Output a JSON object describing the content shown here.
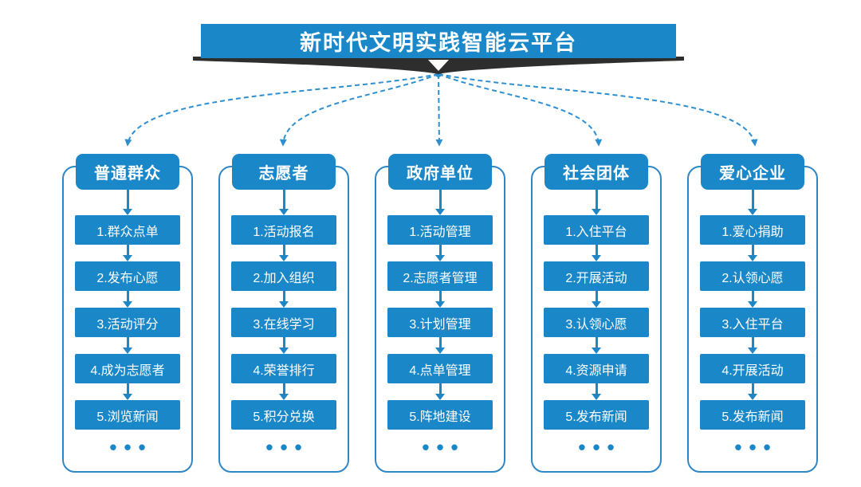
{
  "title": "新时代文明实践智能云平台",
  "colors": {
    "primary_blue": "#1987c8",
    "frame_border_blue": "#2e86c4",
    "connector_blue": "#2e8fd0",
    "ribbon_dark": "#2e2e2e",
    "background": "#ffffff",
    "text_on_blue": "#ffffff"
  },
  "icons": {
    "ribbon_arrow": "down-triangle",
    "connector_ends": "down-arrowheads",
    "step_separator": "down-arrow"
  },
  "columns": [
    {
      "header": "普通群众",
      "items": [
        "1.群众点单",
        "2.发布心愿",
        "3.活动评分",
        "4.成为志愿者",
        "5.浏览新闻"
      ],
      "more": "•••"
    },
    {
      "header": "志愿者",
      "items": [
        "1.活动报名",
        "2.加入组织",
        "3.在线学习",
        "4.荣誉排行",
        "5.积分兑换"
      ],
      "more": "•••"
    },
    {
      "header": "政府单位",
      "items": [
        "1.活动管理",
        "2.志愿者管理",
        "3.计划管理",
        "4.点单管理",
        "5.阵地建设"
      ],
      "more": "•••"
    },
    {
      "header": "社会团体",
      "items": [
        "1.入住平台",
        "2.开展活动",
        "3.认领心愿",
        "4.资源申请",
        "5.发布新闻"
      ],
      "more": "•••"
    },
    {
      "header": "爱心企业",
      "items": [
        "1.爱心捐助",
        "2.认领心愿",
        "3.入住平台",
        "4.开展活动",
        "5.发布新闻"
      ],
      "more": "•••"
    }
  ]
}
